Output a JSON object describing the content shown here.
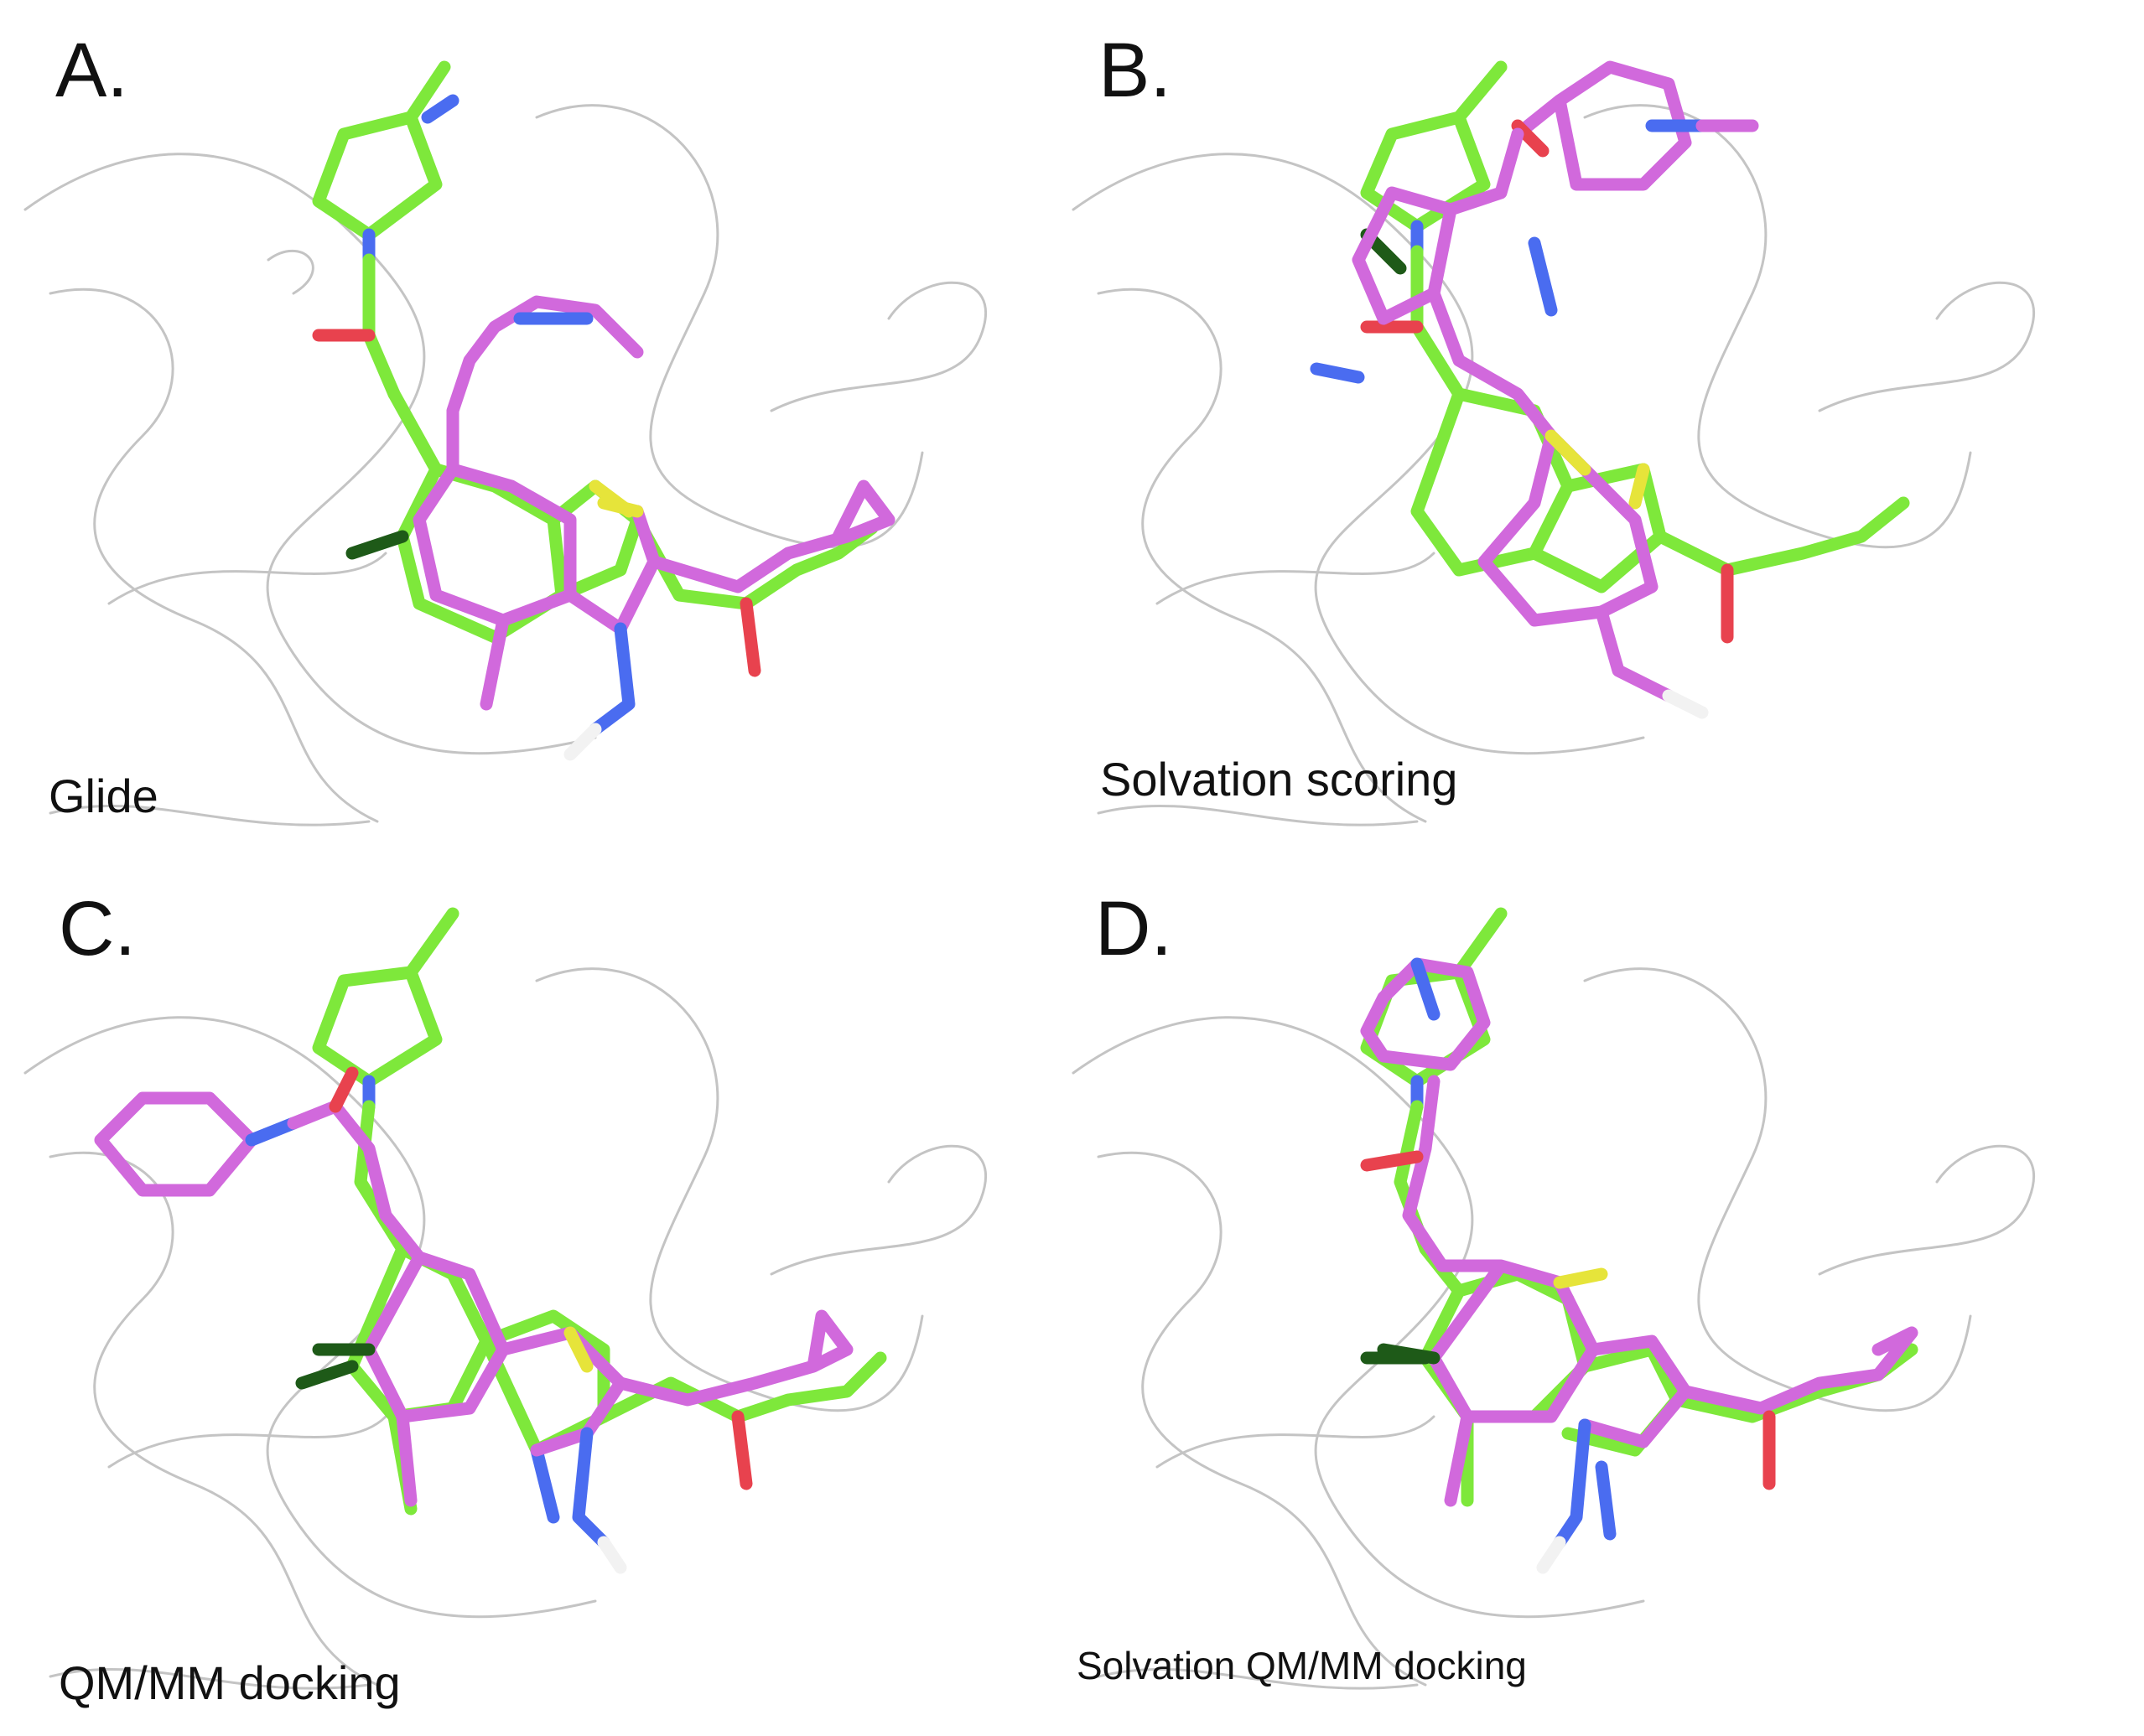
{
  "colors": {
    "reference_ligand": "#7ee83b",
    "docked_pose": "#d169dc",
    "nitrogen": "#4a6cf0",
    "oxygen": "#e8424e",
    "sulfur": "#e6e43a",
    "chlorine": "#1e5a18",
    "hydrogen": "#f2f2f2",
    "protein_backbone": "#c4c4c4"
  },
  "panels": [
    {
      "letter": "A.",
      "method": "Glide",
      "icon": "ligand-overlay-icon"
    },
    {
      "letter": "B.",
      "method": "Solvation scoring",
      "icon": "ligand-overlay-icon"
    },
    {
      "letter": "C.",
      "method": "QM/MM docking",
      "icon": "ligand-overlay-icon"
    },
    {
      "letter": "D.",
      "method": "Solvation QM/MM docking",
      "icon": "ligand-overlay-icon"
    }
  ]
}
